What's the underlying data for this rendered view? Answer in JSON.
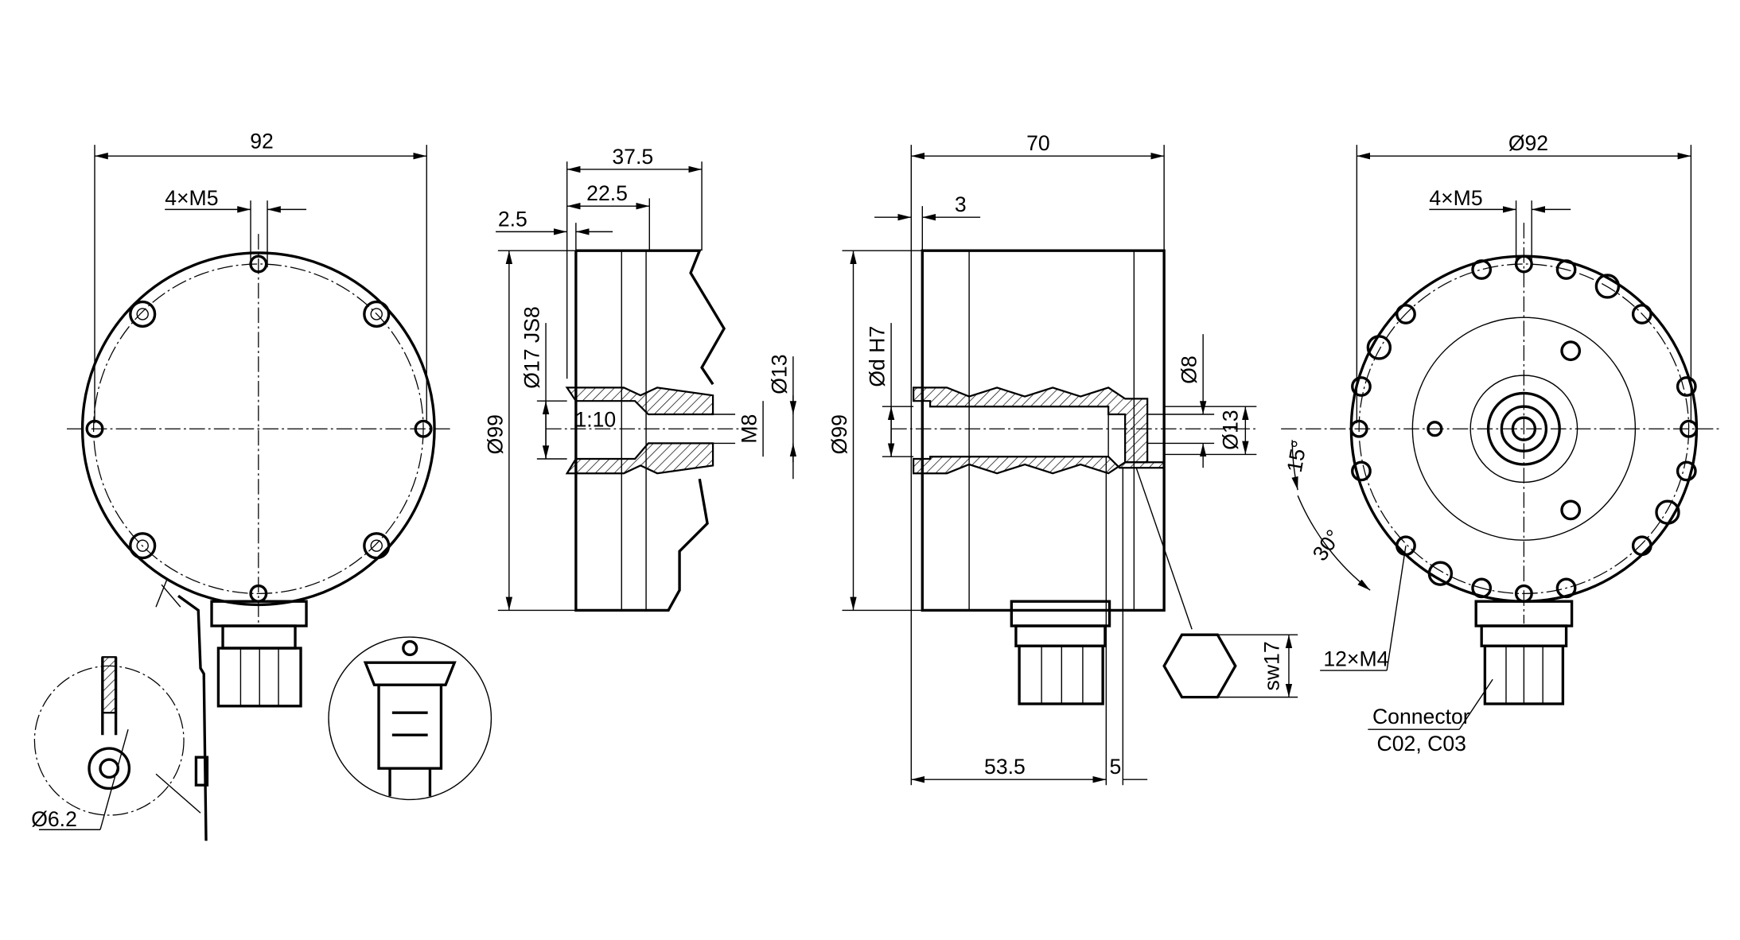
{
  "views": {
    "front": {
      "width_dim": "92",
      "thread_dim": "4×M5",
      "detail_dim": "Ø6.2"
    },
    "shaft_section": {
      "len_total": "37.5",
      "len_mid": "22.5",
      "len_small": "2.5",
      "diameter_body": "Ø99",
      "bore": "Ø17 JS8",
      "taper": "1:10",
      "bore_small": "Ø13",
      "thread": "M8"
    },
    "hollow_section": {
      "len_total": "70",
      "len_small": "3",
      "diameter_body": "Ø99",
      "bore": "Ød H7",
      "bore_small": "Ø8",
      "bore_outer": "Ø13",
      "len_connector": "53.5",
      "len_offset": "5",
      "hex": "sw17"
    },
    "rear": {
      "diameter": "Ø92",
      "thread_dim": "4×M5",
      "angle_small": "15°",
      "angle_large": "30°",
      "holes": "12×M4",
      "connector_label": "Connector",
      "connector_codes": "C02, C03"
    }
  }
}
